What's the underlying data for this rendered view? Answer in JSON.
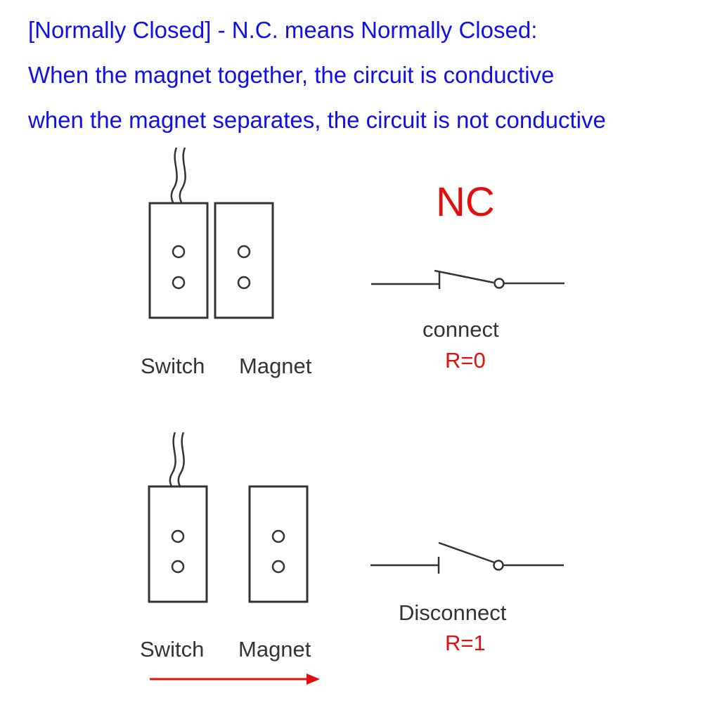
{
  "header": {
    "line1": "[Normally Closed] - N.C. means Normally Closed:",
    "line2": "When the magnet together, the circuit is conductive",
    "line3": "when the magnet separates, the circuit is not conductive"
  },
  "nc_title": "NC",
  "top_scene": {
    "switch_label": "Switch",
    "magnet_label": "Magnet",
    "state_label": "connect",
    "resistance_label": "R=0"
  },
  "bottom_scene": {
    "switch_label": "Switch",
    "magnet_label": "Magnet",
    "state_label": "Disconnect",
    "resistance_label": "R=1"
  },
  "colors": {
    "header_text": "#1010e6",
    "accent_red": "#e01010",
    "line": "#333333"
  }
}
